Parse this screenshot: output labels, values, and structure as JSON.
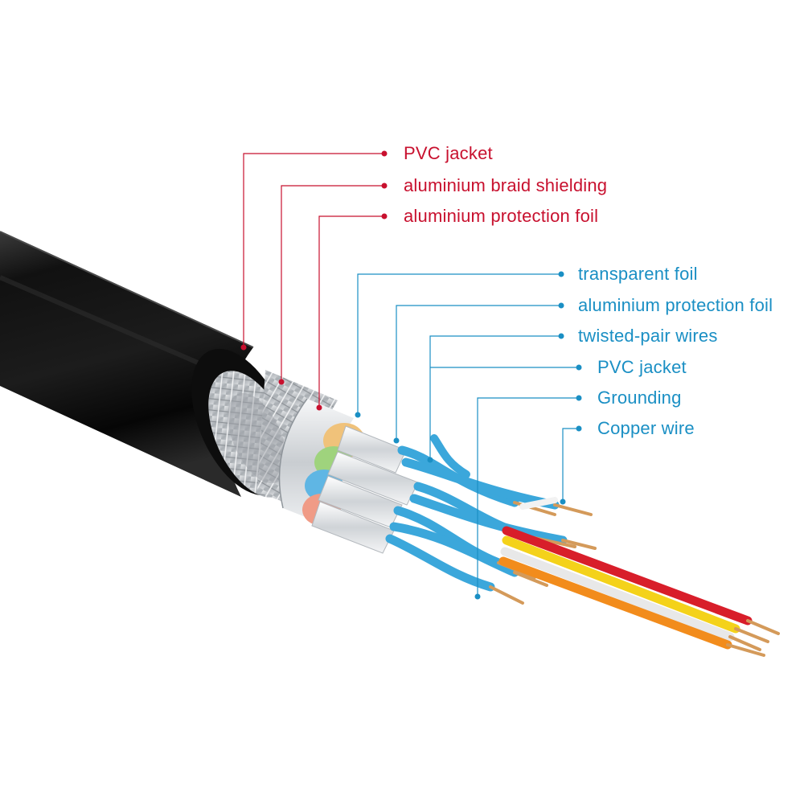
{
  "colors": {
    "outer_label": "#c8102e",
    "inner_label": "#1a8fc4",
    "jacket": "#141414",
    "braid": "#b8bcc0",
    "foil": "#dcdfe2",
    "wire_blue": "#3ba7db",
    "wire_red": "#d81e2a",
    "wire_yellow": "#f4d21a",
    "wire_white": "#f2f2f2",
    "wire_orange": "#f28c1c",
    "copper": "#d49a5a"
  },
  "labels": {
    "outer": [
      {
        "id": "pvc-jacket-outer",
        "text": "PVC jacket"
      },
      {
        "id": "aluminium-braid-shielding",
        "text": "aluminium braid shielding"
      },
      {
        "id": "aluminium-protection-foil-outer",
        "text": "aluminium protection foil"
      }
    ],
    "inner": [
      {
        "id": "transparent-foil",
        "text": "transparent foil"
      },
      {
        "id": "aluminium-protection-foil-inner",
        "text": "aluminium protection foil"
      },
      {
        "id": "twisted-pair-wires",
        "text": "twisted-pair wires"
      },
      {
        "id": "pvc-jacket-inner",
        "text": "PVC jacket"
      },
      {
        "id": "grounding",
        "text": "Grounding"
      },
      {
        "id": "copper-wire",
        "text": "Copper wire"
      }
    ]
  }
}
